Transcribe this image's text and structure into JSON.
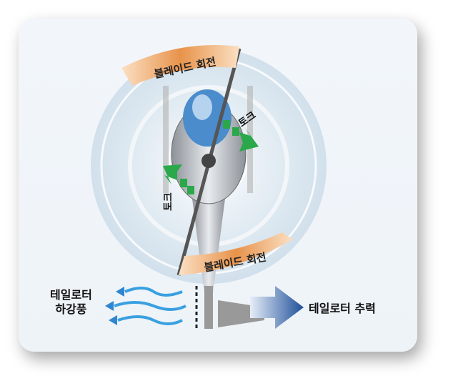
{
  "labels": {
    "blade_rotation_top": "블레이드 회전",
    "blade_rotation_bottom": "블레이드 회전",
    "torque_right": "토크",
    "torque_left": "토크",
    "tail_downwash_line1": "테일로터",
    "tail_downwash_line2": "하강풍",
    "tail_thrust": "테일로터 추력"
  },
  "colors": {
    "banner": "#e8934a",
    "arrow_green": "#2aa84a",
    "arrow_blue": "#2f5fa8",
    "wind": "#3aa0e0"
  }
}
